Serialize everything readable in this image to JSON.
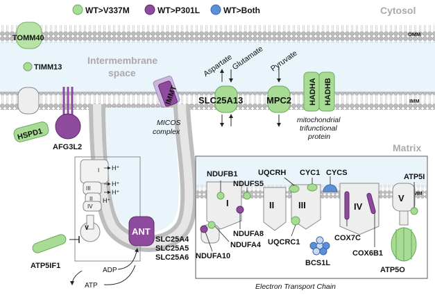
{
  "legend": {
    "items": [
      {
        "label": "WT>V337M",
        "color": "#a8dc94"
      },
      {
        "label": "WT>P301L",
        "color": "#8e4a9c"
      },
      {
        "label": "WT>Both",
        "color": "#5b8fd6"
      }
    ]
  },
  "regions": {
    "cytosol": "Cytosol",
    "intermembrane_1": "Intermembrane",
    "intermembrane_2": "space",
    "matrix": "Matrix",
    "omm": "OMM",
    "imm_outer": "IMM",
    "imm_etc": "IMM"
  },
  "proteins": {
    "tomm40": "TOMM40",
    "timm13": "TIMM13",
    "hspd1": "HSPD1",
    "afg3l2": "AFG3L2",
    "immt": "IMMT",
    "micos_1": "MICOS",
    "micos_2": "complex",
    "slc25a13": "SLC25A13",
    "mpc2": "MPC2",
    "hadha": "HADHA",
    "hadhb": "HADHB",
    "mtp_1": "mitochondrial",
    "mtp_2": "trifunctional",
    "mtp_3": "protein",
    "atp5if1": "ATP5IF1",
    "ant": "ANT",
    "slc25a4": "SLC25A4",
    "slc25a5": "SLC25A5",
    "slc25a6": "SLC25A6"
  },
  "metabolites": {
    "aspartate": "Aspartate",
    "glutamate": "Glutamate",
    "pyruvate": "Pyruvate",
    "adp": "ADP",
    "atp": "ATP",
    "hplus": "H⁺"
  },
  "complexes": {
    "c1": "I",
    "c2": "II",
    "c3": "III",
    "c4": "IV",
    "c5": "V",
    "small_i": "I",
    "small_iii": "III",
    "small_ii": "II",
    "small_iv": "IV",
    "small_v": "V"
  },
  "etc": {
    "caption": "Electron Transport Chain",
    "ndufb1": "NDUFB1",
    "ndufs5": "NDUFS5",
    "ndufa8": "NDUFA8",
    "ndufa4": "NDUFA4",
    "ndufa10": "NDUFA10",
    "uqcrh": "UQCRH",
    "cyc1": "CYC1",
    "cycs": "CYCS",
    "uqcrc1": "UQCRC1",
    "bcs1l": "BCS1L",
    "cox7c": "COX7C",
    "cox6b1": "COX6B1",
    "atp5i": "ATP5I",
    "atp5o": "ATP5O"
  }
}
